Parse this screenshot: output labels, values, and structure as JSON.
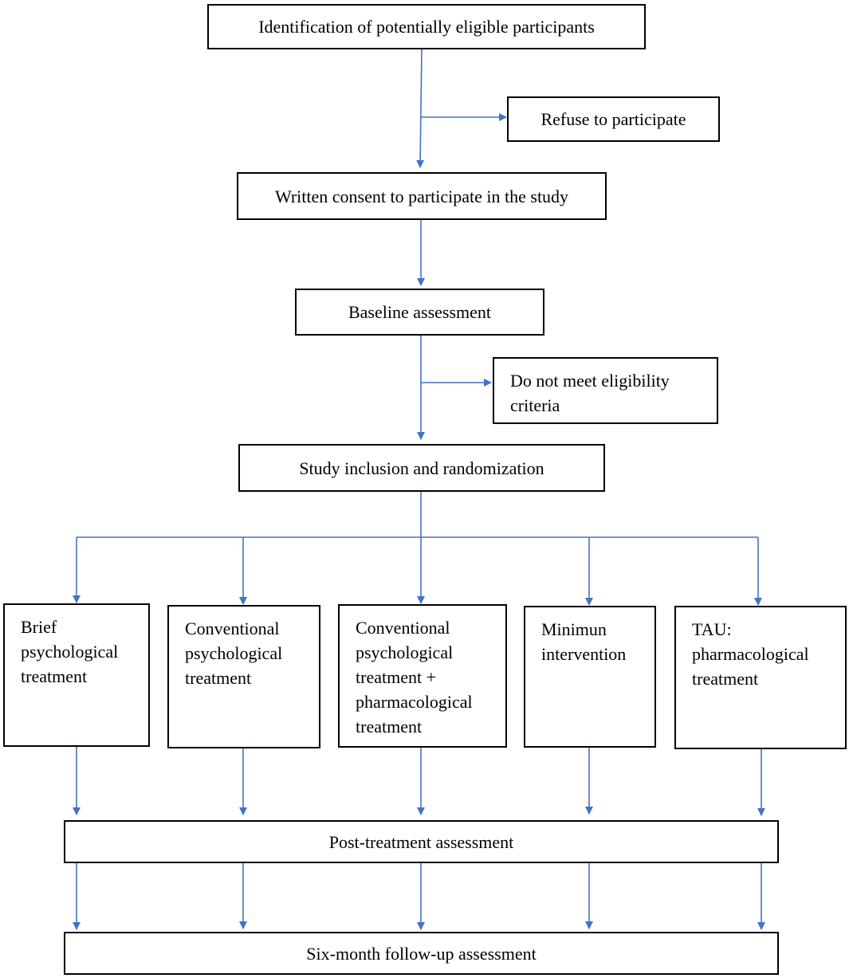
{
  "flowchart": {
    "step_identification": "Identification of potentially eligible participants",
    "exit_refuse": "Refuse to participate",
    "step_consent": "Written consent to participate in the study",
    "step_baseline": "Baseline assessment",
    "exit_ineligible": [
      "Do not meet eligibility",
      "criteria"
    ],
    "step_randomization": "Study inclusion and randomization",
    "arms": [
      {
        "lines": [
          "Brief",
          "psychological",
          "treatment"
        ]
      },
      {
        "lines": [
          "Conventional",
          "psychological",
          "treatment"
        ]
      },
      {
        "lines": [
          "Conventional",
          "psychological",
          "treatment +",
          "pharmacological",
          "treatment"
        ]
      },
      {
        "lines": [
          "Minimun",
          "intervention"
        ]
      },
      {
        "lines": [
          "TAU:",
          "pharmacological",
          "treatment"
        ]
      }
    ],
    "step_post_treatment": "Post-treatment assessment",
    "step_follow_up": "Six-month follow-up assessment"
  },
  "colors": {
    "arrow": "#4472C4",
    "box_border": "#000000",
    "text": "#000000"
  }
}
